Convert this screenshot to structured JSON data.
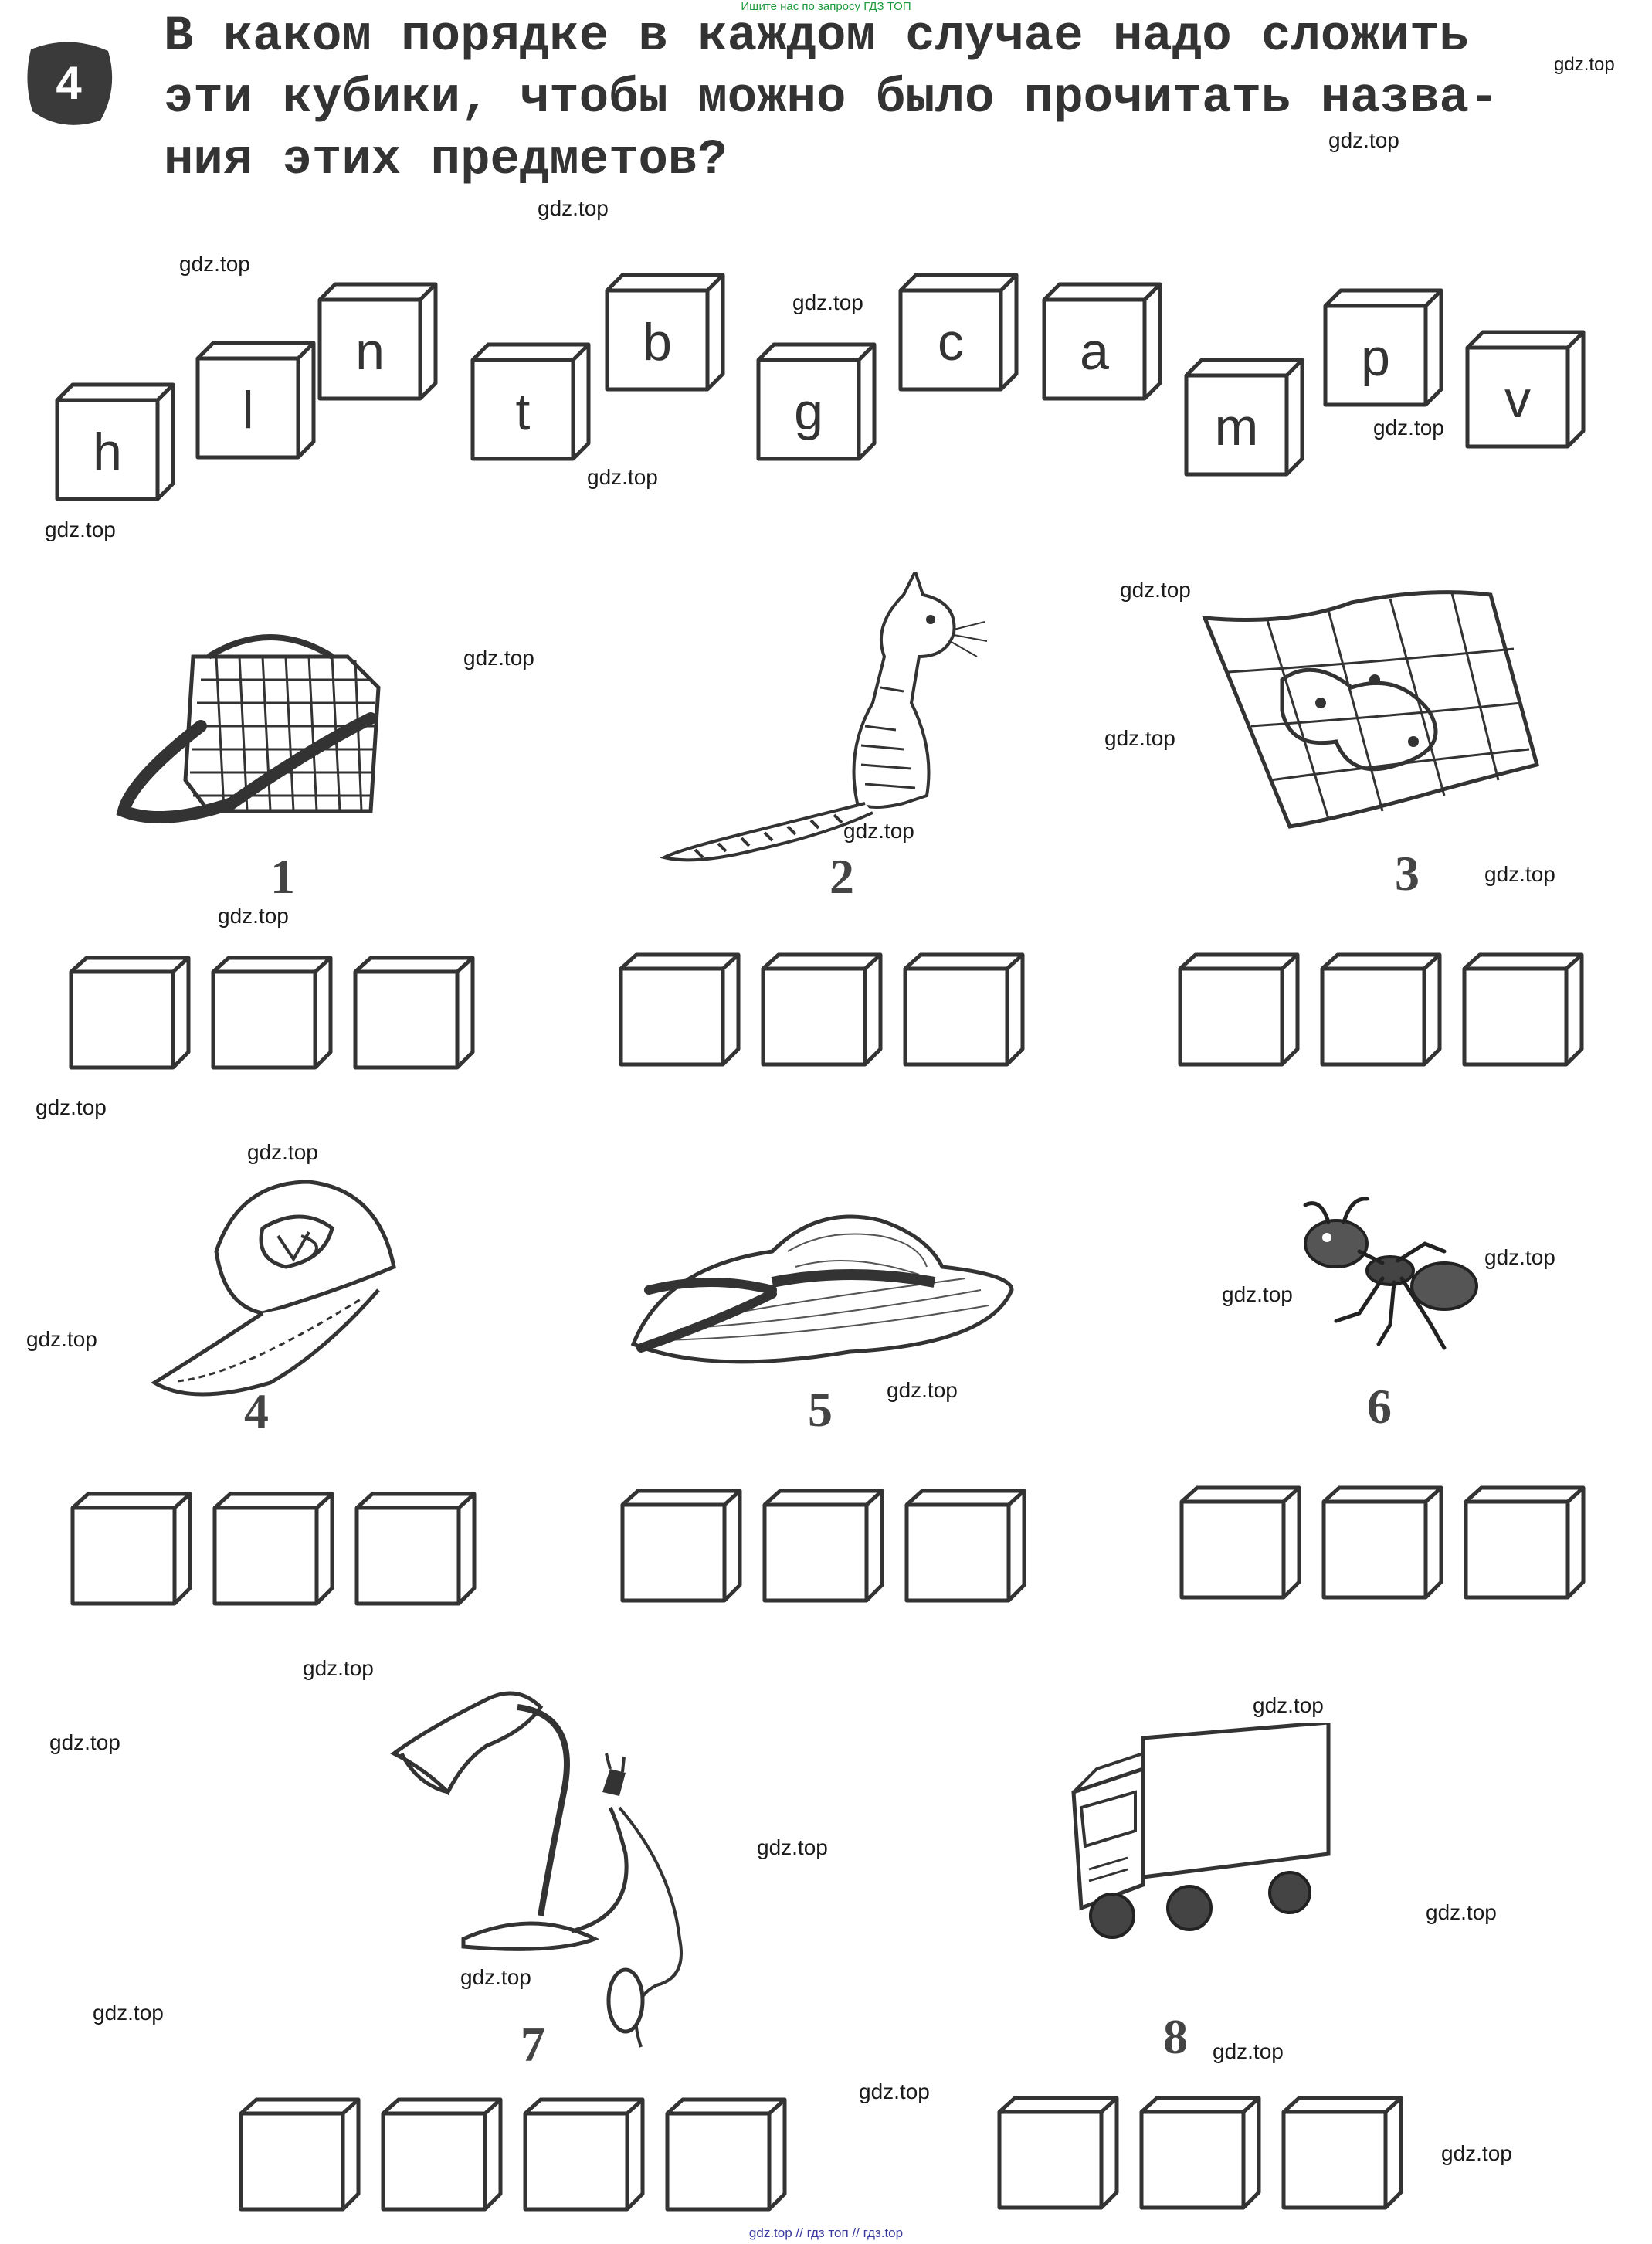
{
  "banner": {
    "top": "Ищите нас по запросу ГДЗ ТОП",
    "bottom": "gdz.top  //  гдз топ  //  гдз.top"
  },
  "task": {
    "number": "4",
    "lines": [
      "В каком порядке в каждом случае надо сложить",
      "эти кубики, чтобы можно было прочитать назва-",
      "ния этих предметов?"
    ]
  },
  "letter_cubes": [
    "h",
    "l",
    "n",
    "t",
    "b",
    "g",
    "c",
    "a",
    "m",
    "p",
    "v"
  ],
  "items": [
    {
      "number": "1",
      "icon": "bag-icon",
      "boxes": 3
    },
    {
      "number": "2",
      "icon": "cat-icon",
      "boxes": 3
    },
    {
      "number": "3",
      "icon": "map-icon",
      "boxes": 3
    },
    {
      "number": "4",
      "icon": "cap-icon",
      "boxes": 3
    },
    {
      "number": "5",
      "icon": "hat-icon",
      "boxes": 3
    },
    {
      "number": "6",
      "icon": "ant-icon",
      "boxes": 3
    },
    {
      "number": "7",
      "icon": "lamp-icon",
      "boxes": 4
    },
    {
      "number": "8",
      "icon": "van-icon",
      "boxes": 3
    }
  ],
  "watermark": "gdz.top",
  "colors": {
    "ink": "#2a2a2a",
    "banner_green": "#1a9a3a",
    "ghost": "#d8d8d8"
  }
}
